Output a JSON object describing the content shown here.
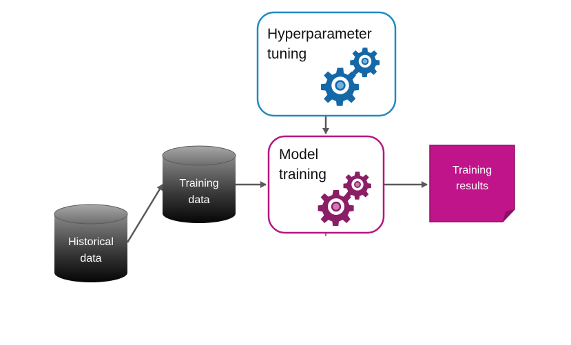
{
  "nodes": {
    "historical": {
      "label": "Historical\ndata"
    },
    "training_data": {
      "label": "Training\ndata"
    },
    "hyperparameter": {
      "label": "Hyperparameter\ntuning"
    },
    "model_training": {
      "label": "Model\ntraining"
    },
    "results": {
      "label": "Training\nresults"
    }
  },
  "colors": {
    "blue": "#1f8ac0",
    "gear_blue": "#1468a8",
    "magenta": "#b4177f",
    "gear_magenta": "#8a1e67",
    "note_fill": "#c0148a",
    "arrow": "#595959"
  },
  "icons": {
    "hyperparameter": "gears-icon",
    "model_training": "gears-icon"
  }
}
